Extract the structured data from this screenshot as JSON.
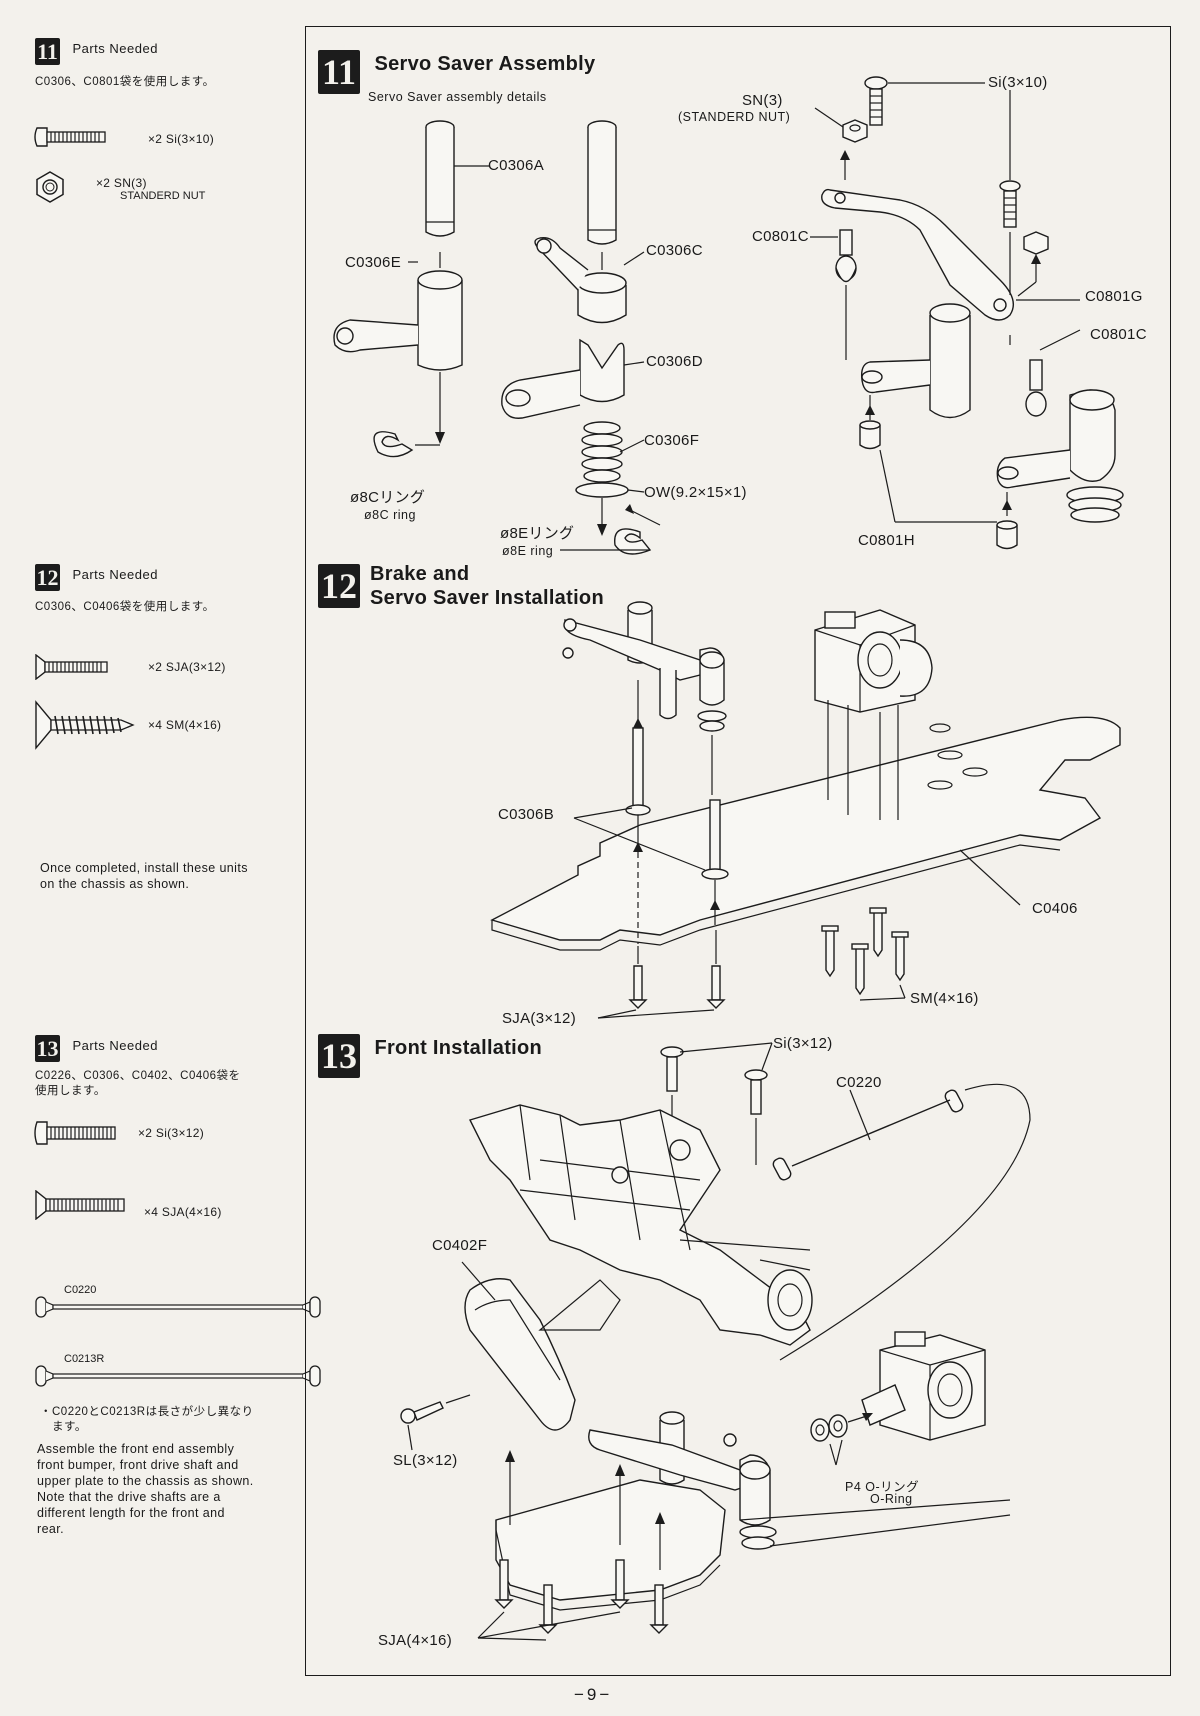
{
  "left": {
    "step11": {
      "number": "11",
      "title": "Parts Needed",
      "bags_note": "C0306、C0801袋を使用します。",
      "items": [
        {
          "icon": "screw-pan-head",
          "qty": "×2 Si(3×10)"
        },
        {
          "icon": "hex-nut",
          "qty": "×2 SN(3)",
          "qty2": "STANDERD NUT"
        }
      ]
    },
    "step12": {
      "number": "12",
      "title": "Parts Needed",
      "bags_note": "C0306、C0406袋を使用します。",
      "items": [
        {
          "icon": "screw-countersunk",
          "qty": "×2 SJA(3×12)"
        },
        {
          "icon": "screw-tapping",
          "qty": "×4 SM(4×16)"
        }
      ],
      "text": [
        "Once completed, install these units",
        "on the chassis as shown."
      ]
    },
    "step13": {
      "number": "13",
      "title": "Parts Needed",
      "bags_note": [
        "C0226、C0306、C0402、C0406袋を",
        "使用します。"
      ],
      "items": [
        {
          "icon": "screw-pan-head",
          "qty": "×2 Si(3×12)"
        },
        {
          "icon": "screw-countersunk",
          "qty": "×4 SJA(4×16)"
        }
      ],
      "shaft1": "C0220",
      "shaft2": "C0213R",
      "jp_note": [
        "・C0220とC0213Rは長さが少し異なり",
        "ます。"
      ],
      "text": [
        "Assemble the front end assembly",
        "front bumper, front drive shaft and",
        "upper plate to the chassis as shown.",
        "Note that the drive shafts are a",
        "different length for the front and",
        "rear."
      ]
    }
  },
  "main": {
    "step11": {
      "number": "11",
      "title": "Servo Saver Assembly",
      "subtitle": "Servo Saver assembly details",
      "labels": {
        "c0306a": "C0306A",
        "c0306e": "C0306E",
        "c0306c": "C0306C",
        "c0306d": "C0306D",
        "c0306f": "C0306F",
        "ow": "OW(9.2×15×1)",
        "ring8c_jp": "ø8Cリング",
        "ring8c_en": "ø8C ring",
        "ring8e_jp": "ø8Eリング",
        "ring8e_en": "ø8E ring",
        "sn3": "SN(3)",
        "sn3_note": "(STANDERD NUT)",
        "si310": "Si(3×10)",
        "c0801c_a": "C0801C",
        "c0801g": "C0801G",
        "c0801c_b": "C0801C",
        "c0801h": "C0801H"
      }
    },
    "step12": {
      "number": "12",
      "title_line1": "Brake and",
      "title_line2": "Servo Saver Installation",
      "labels": {
        "c0306b": "C0306B",
        "c0406": "C0406",
        "sja312": "SJA(3×12)",
        "sm416": "SM(4×16)"
      }
    },
    "step13": {
      "number": "13",
      "title": "Front Installation",
      "labels": {
        "si312": "Si(3×12)",
        "c0220": "C0220",
        "c0402f": "C0402F",
        "sl312": "SL(3×12)",
        "p4_jp": "P4  O-リング",
        "p4_en": "O-Ring",
        "sja416": "SJA(4×16)"
      }
    }
  },
  "footer": {
    "page_number": "−9−"
  }
}
